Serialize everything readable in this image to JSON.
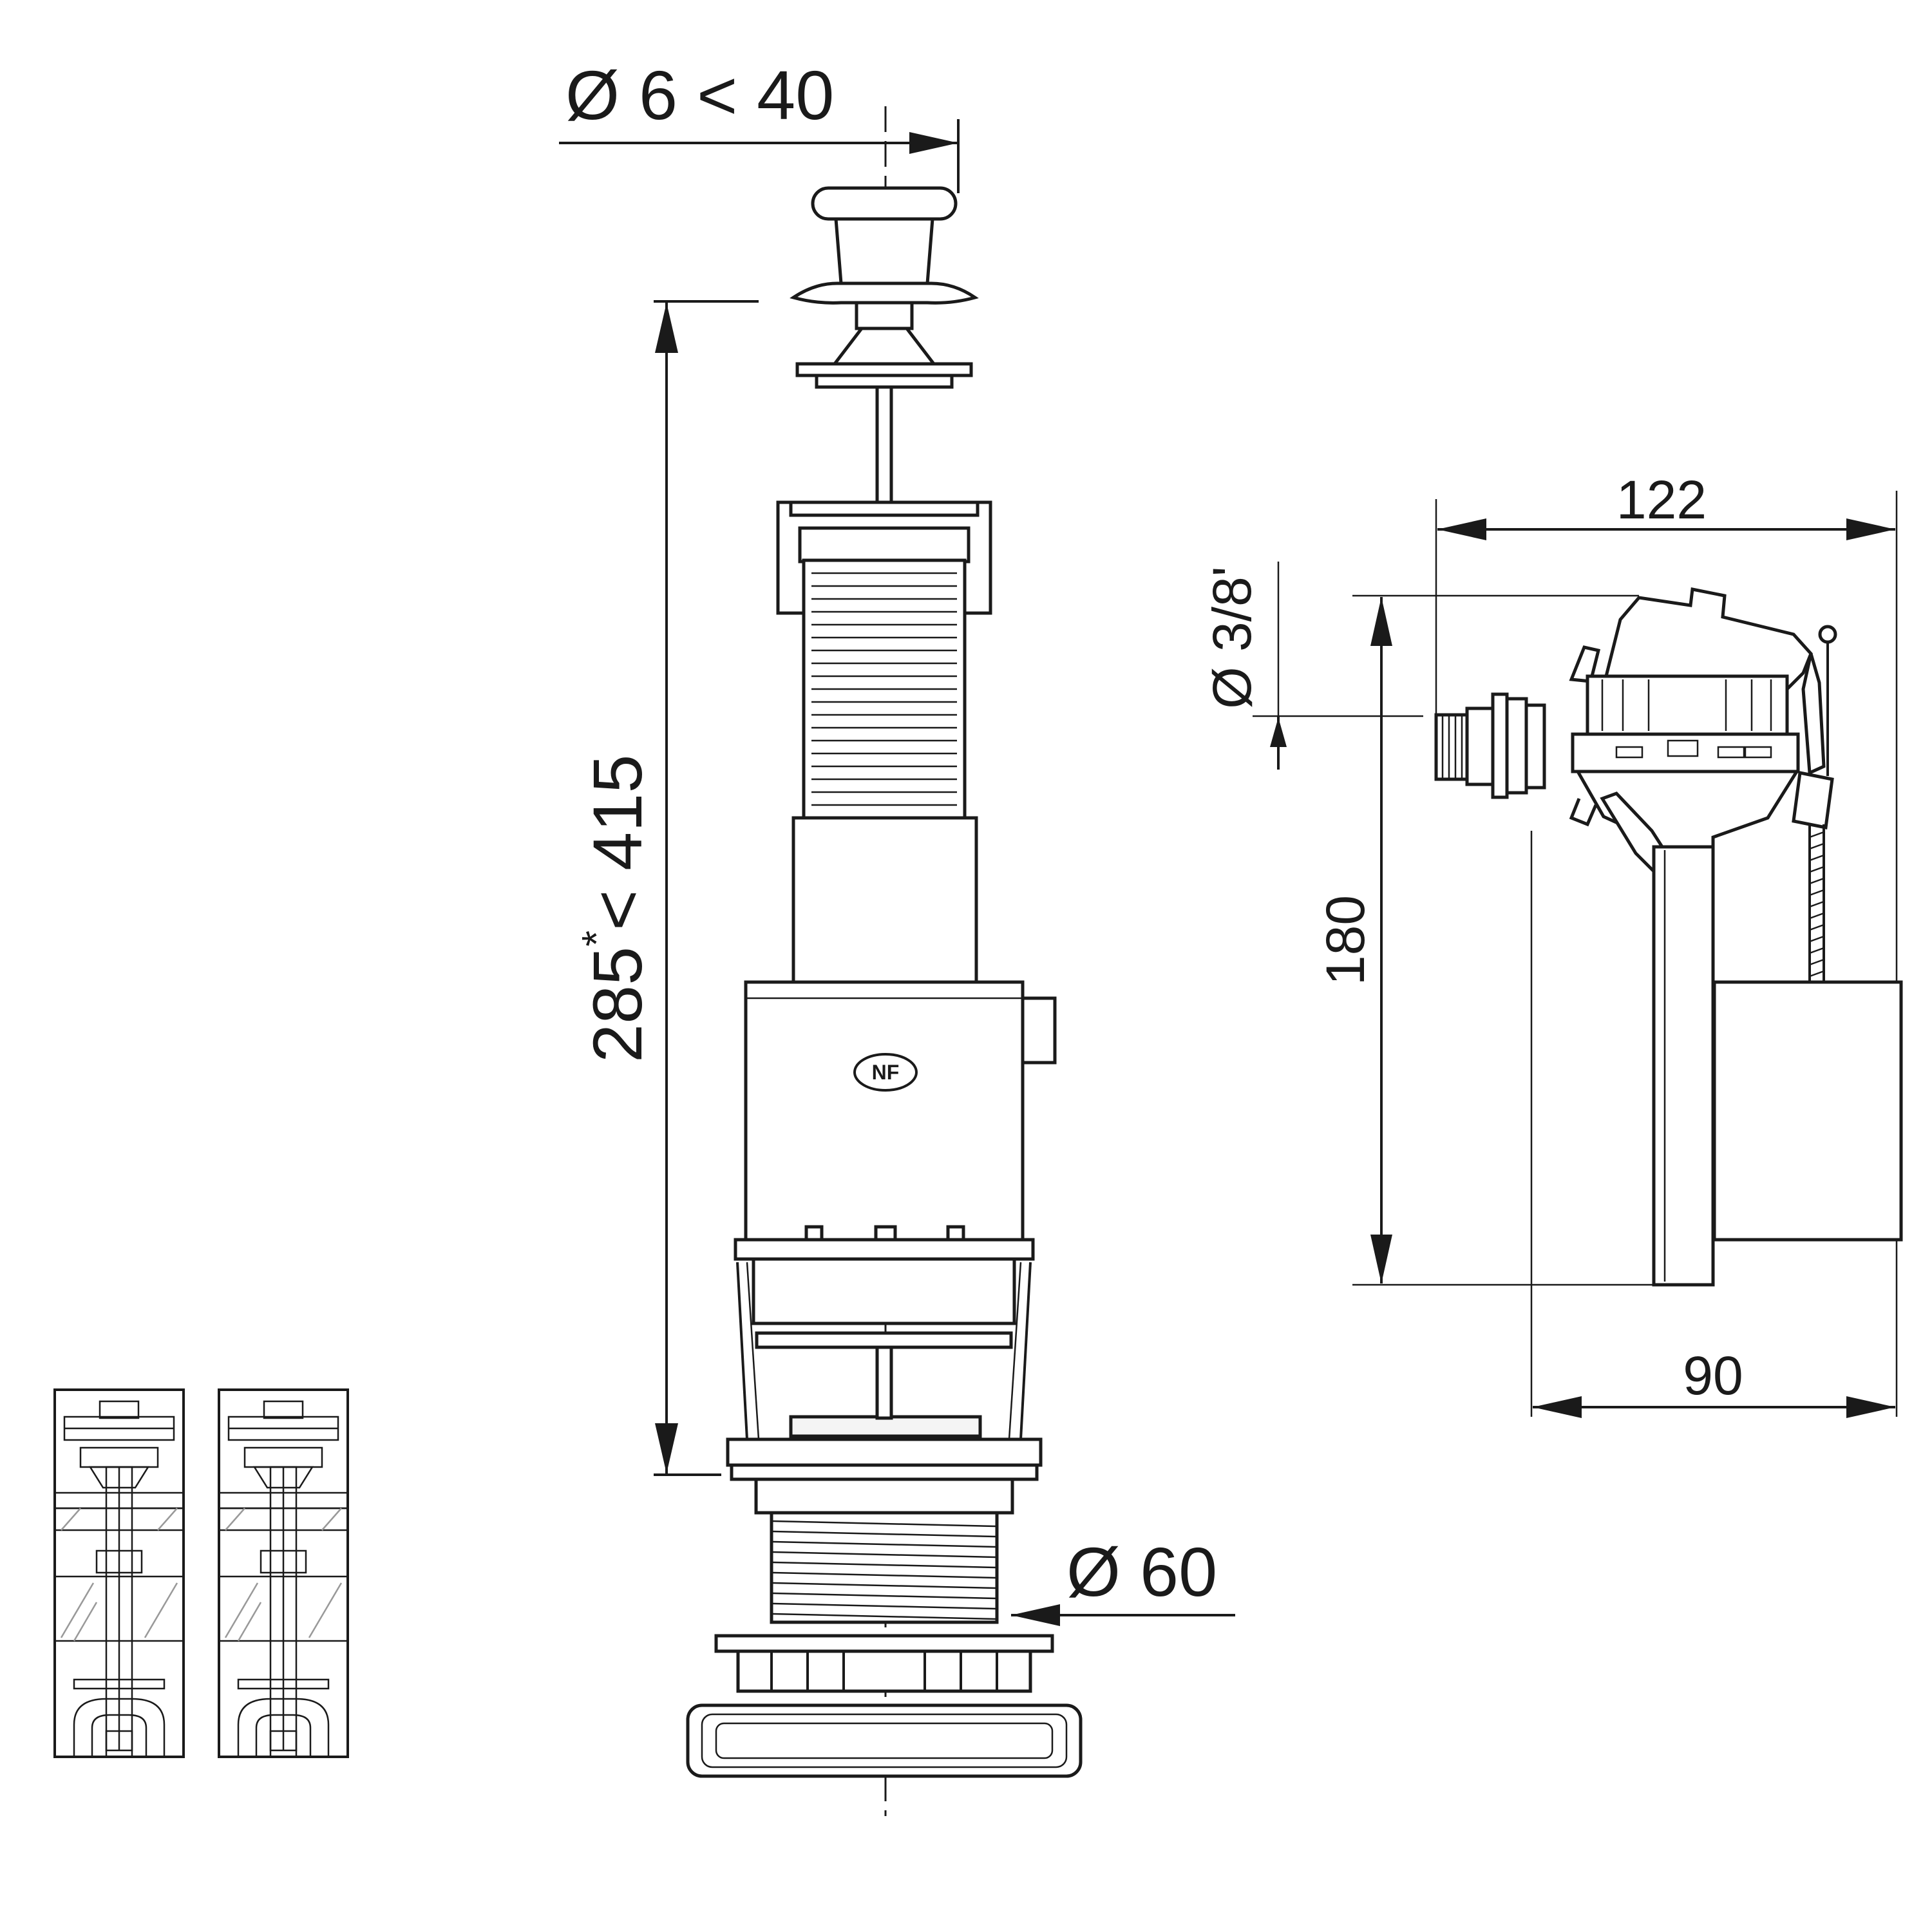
{
  "dimensions": {
    "push_button_diameter": "Ø 6 < 40",
    "valve_height_prefix": "285",
    "valve_height_star": "*",
    "valve_height_suffix": "< 415",
    "outlet_diameter": "Ø 60",
    "inlet_thread": "Ø 3/8'",
    "fill_valve_width": "122",
    "fill_valve_height": "180",
    "fill_valve_base": "90"
  },
  "markings": {
    "nf_logo": "NF"
  },
  "icons": {
    "flush_valve": "flush-valve-drawing",
    "fill_valve": "fill-valve-drawing",
    "mounting_detail": "mounting-section-icon"
  },
  "colors": {
    "line": "#1a1a1a",
    "hatch": "#999999",
    "background": "#ffffff"
  }
}
